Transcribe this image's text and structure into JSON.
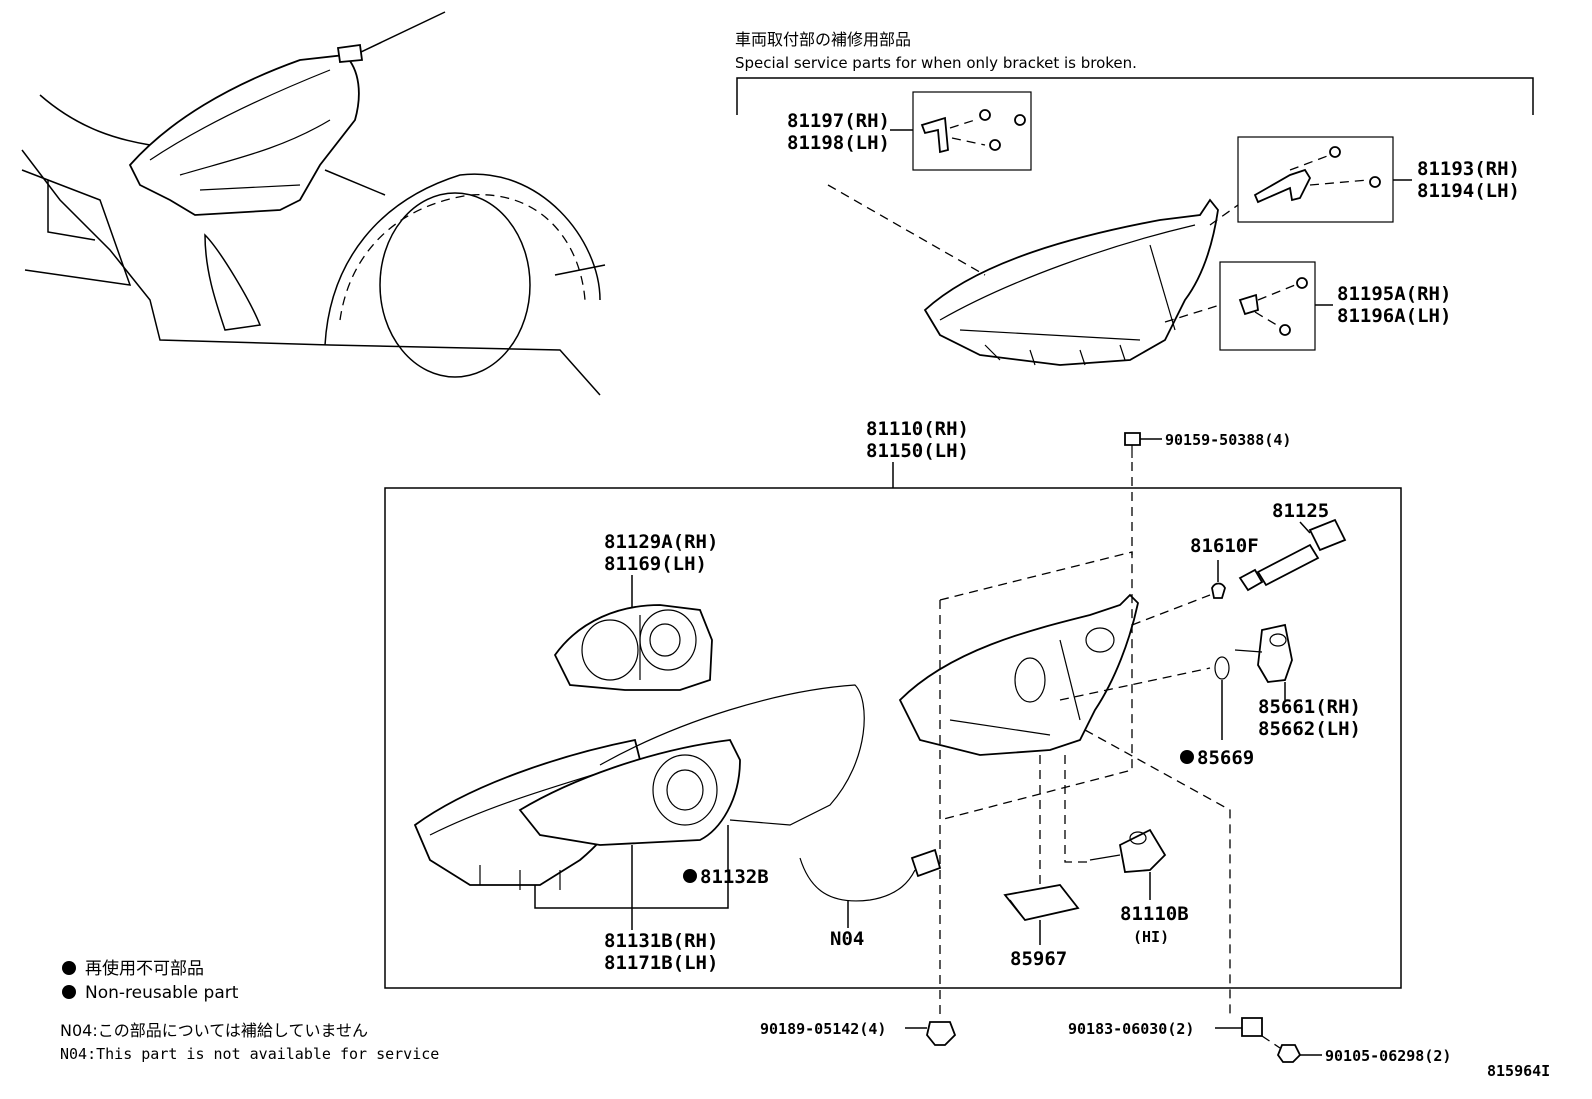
{
  "header_notes": {
    "jp": "車両取付部の補修用部品",
    "en": "Special service parts for when only bracket is broken."
  },
  "parts": {
    "p81197_rh": "81197(RH)",
    "p81198_lh": "81198(LH)",
    "p81193_rh": "81193(RH)",
    "p81194_lh": "81194(LH)",
    "p81195a_rh": "81195A(RH)",
    "p81196a_lh": "81196A(LH)",
    "p81110_rh": "81110(RH)",
    "p81150_lh": "81150(LH)",
    "p90159": "90159-50388(4)",
    "p81125": "81125",
    "p81610f": "81610F",
    "p81129a_rh": "81129A(RH)",
    "p81169_lh": "81169(LH)",
    "p85661_rh": "85661(RH)",
    "p85662_lh": "85662(LH)",
    "p85669": "85669",
    "p81132b": "81132B",
    "p81131b_rh": "81131B(RH)",
    "p81171b_lh": "81171B(LH)",
    "pN04": "N04",
    "p85967": "85967",
    "p81110b": "81110B",
    "p81110b_sub": "(HI)",
    "p90189": "90189-05142(4)",
    "p90183": "90183-06030(2)",
    "p90105": "90105-06298(2)"
  },
  "legend": {
    "jp": "再使用不可部品",
    "en": "Non-reusable part"
  },
  "footnotes": {
    "jp": "N04:この部品については補給していません",
    "en": "N04:This part is not available for service"
  },
  "figure_id": "815964I"
}
